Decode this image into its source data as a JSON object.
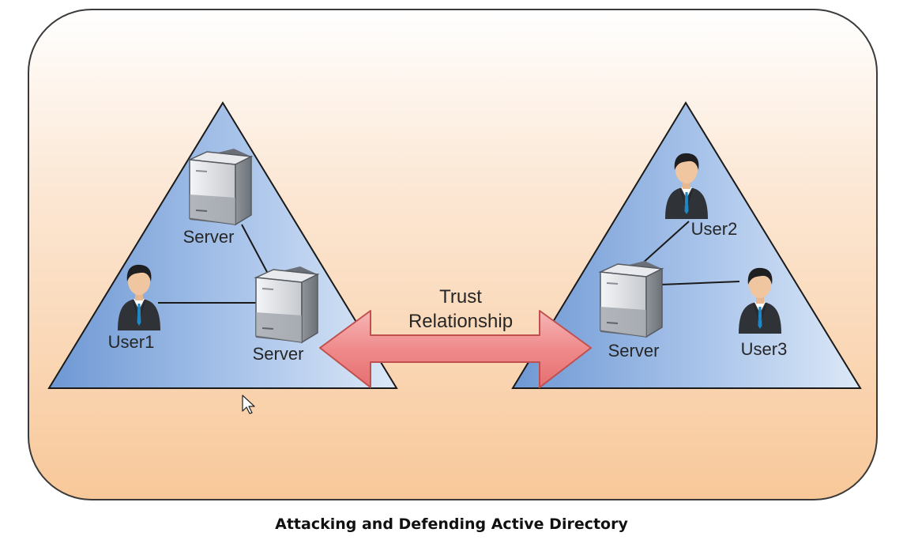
{
  "domain_left": {
    "server_top_label": "Server",
    "server_main_label": "Server",
    "user_label": "User1"
  },
  "domain_right": {
    "server_label": "Server",
    "user2_label": "User2",
    "user3_label": "User3"
  },
  "trust": {
    "line1": "Trust",
    "line2": "Relationship"
  },
  "caption": "Attacking and Defending Active Directory",
  "colors": {
    "panel_top": "#ffffff",
    "panel_bottom": "#f8c899",
    "triangle_dark": "#6e98d4",
    "triangle_light": "#d4e3f5",
    "arrow_fill": "#ee8082",
    "arrow_stroke": "#c0504d"
  },
  "icons": [
    "server-icon",
    "user-icon",
    "cursor-icon"
  ]
}
